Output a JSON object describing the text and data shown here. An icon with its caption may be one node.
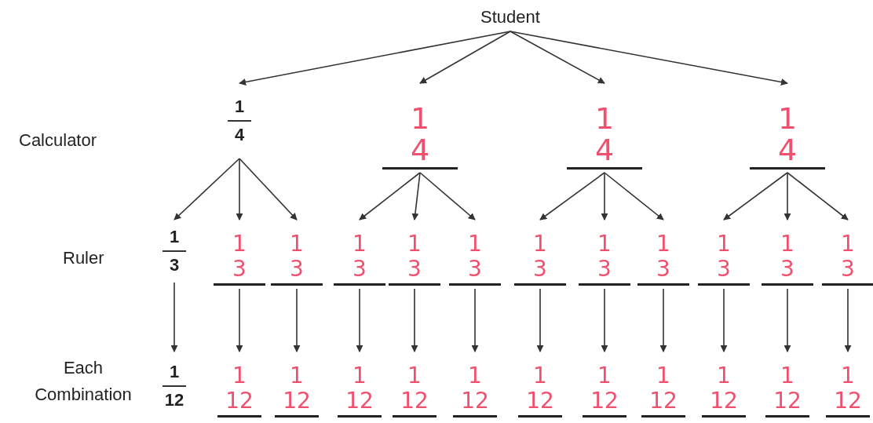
{
  "diagram": {
    "nodes": [
      {
        "text": [
          "Student"
        ]
      },
      {
        "text": [
          "1",
          "4"
        ]
      },
      {
        "text": [
          "1",
          "4"
        ]
      },
      {
        "text": [
          "1",
          "4"
        ]
      },
      {
        "text": [
          "1",
          "4"
        ]
      },
      {
        "text": [
          "1",
          "3"
        ]
      },
      {
        "text": [
          "1",
          "3"
        ]
      },
      {
        "text": [
          "1",
          "3"
        ]
      },
      {
        "text": [
          "1",
          "3"
        ]
      },
      {
        "text": [
          "1",
          "3"
        ]
      },
      {
        "text": [
          "1",
          "3"
        ]
      },
      {
        "text": [
          "1",
          "3"
        ]
      },
      {
        "text": [
          "1",
          "3"
        ]
      },
      {
        "text": [
          "1",
          "3"
        ]
      },
      {
        "text": [
          "1",
          "3"
        ]
      },
      {
        "text": [
          "1",
          "3"
        ]
      },
      {
        "text": [
          "1",
          "3"
        ]
      },
      {
        "text": [
          "1",
          "12"
        ]
      },
      {
        "text": [
          "1",
          "12"
        ]
      },
      {
        "text": [
          "1",
          "12"
        ]
      },
      {
        "text": [
          "1",
          "12"
        ]
      },
      {
        "text": [
          "1",
          "12"
        ]
      },
      {
        "text": [
          "1",
          "12"
        ]
      },
      {
        "text": [
          "1",
          "12"
        ]
      },
      {
        "text": [
          "1",
          "12"
        ]
      },
      {
        "text": [
          "1",
          "12"
        ]
      },
      {
        "text": [
          "1",
          "12"
        ]
      },
      {
        "text": [
          "1",
          "12"
        ]
      },
      {
        "text": [
          "1",
          "12"
        ]
      }
    ],
    "edges": [
      {
        "from": 0,
        "to": 1,
        "arrow": "to"
      },
      {
        "from": 0,
        "to": 2,
        "arrow": "to"
      },
      {
        "from": 0,
        "to": 3,
        "arrow": "to"
      },
      {
        "from": 0,
        "to": 4,
        "arrow": "to"
      },
      {
        "from": 1,
        "to": 5,
        "arrow": "to"
      },
      {
        "from": 1,
        "to": 6,
        "arrow": "to"
      },
      {
        "from": 1,
        "to": 7,
        "arrow": "to"
      },
      {
        "from": 2,
        "to": 8,
        "arrow": "to"
      },
      {
        "from": 2,
        "to": 9,
        "arrow": "to"
      },
      {
        "from": 2,
        "to": 10,
        "arrow": "to"
      },
      {
        "from": 3,
        "to": 11,
        "arrow": "to"
      },
      {
        "from": 3,
        "to": 12,
        "arrow": "to"
      },
      {
        "from": 3,
        "to": 13,
        "arrow": "to"
      },
      {
        "from": 4,
        "to": 14,
        "arrow": "to"
      },
      {
        "from": 4,
        "to": 15,
        "arrow": "to"
      },
      {
        "from": 4,
        "to": 16,
        "arrow": "to"
      },
      {
        "from": 5,
        "to": 17,
        "arrow": "to"
      },
      {
        "from": 6,
        "to": 18,
        "arrow": "to"
      },
      {
        "from": 7,
        "to": 19,
        "arrow": "to"
      },
      {
        "from": 8,
        "to": 20,
        "arrow": "to"
      },
      {
        "from": 9,
        "to": 21,
        "arrow": "to"
      },
      {
        "from": 10,
        "to": 22,
        "arrow": "to"
      },
      {
        "from": 11,
        "to": 23,
        "arrow": "to"
      },
      {
        "from": 12,
        "to": 24,
        "arrow": "to"
      },
      {
        "from": 13,
        "to": 25,
        "arrow": "to"
      },
      {
        "from": 14,
        "to": 26,
        "arrow": "to"
      },
      {
        "from": 15,
        "to": 27,
        "arrow": "to"
      },
      {
        "from": 16,
        "to": 28,
        "arrow": "to"
      }
    ],
    "labels": [
      "Calculator",
      "Ruler",
      "Each Combination"
    ]
  }
}
